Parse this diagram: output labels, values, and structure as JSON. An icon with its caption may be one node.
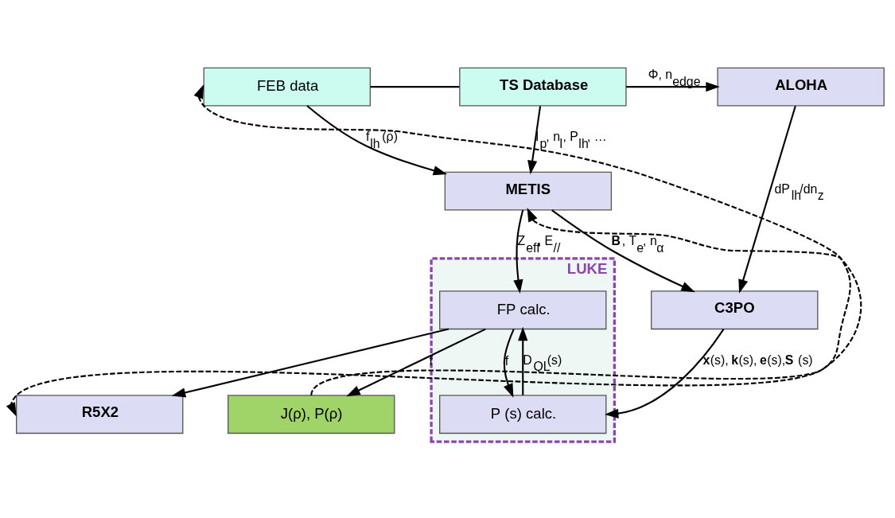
{
  "diagram": {
    "nodes": [
      {
        "text": [
          "FEB data"
        ]
      },
      {
        "text": [
          "TS Database"
        ]
      },
      {
        "text": [
          "ALOHA"
        ]
      },
      {
        "text": [
          "METIS"
        ]
      },
      {
        "text": [
          "C3PO"
        ]
      },
      {
        "text": [
          "LUKE"
        ]
      },
      {
        "text": [
          "FP calc."
        ],
        "in": 5
      },
      {
        "text": [
          "P (s) calc."
        ],
        "in": 5
      },
      {
        "text": [
          "J(ρ), P(ρ)"
        ]
      },
      {
        "text": [
          "R5X2"
        ]
      }
    ],
    "edges": [
      {
        "from": 0,
        "to": 1,
        "arrow": "none"
      },
      {
        "from": 1,
        "to": 2,
        "arrow": "to",
        "label": "Φ, n$_{edge}$"
      },
      {
        "from": 0,
        "to": 3,
        "arrow": "to",
        "label": "f$_{lh}$ (ρ)"
      },
      {
        "from": 1,
        "to": 3,
        "arrow": "to",
        "label": "I$_{p}$, n$_{l}$, P$_{lh}$, …"
      },
      {
        "from": 2,
        "to": 4,
        "arrow": "to",
        "label": "dP$_{lh}$/dn$_{z}$"
      },
      {
        "from": 3,
        "to": 4,
        "arrow": "to",
        "label": "**B**, T$_{e}$, n$_{α}$"
      },
      {
        "from": 3,
        "to": 6,
        "arrow": "to",
        "label": "Z$_{eff}$, E$_{//}$"
      },
      {
        "from": 4,
        "to": 7,
        "arrow": "to",
        "label": "**x**(s), **k**(s), **e**(s),**S** (s)"
      },
      {
        "from": 6,
        "to": 7,
        "arrow": "to",
        "label": "f"
      },
      {
        "from": 7,
        "to": 6,
        "arrow": "to",
        "label": "D$_{QL}$(s)"
      },
      {
        "from": 6,
        "to": 8,
        "arrow": "to",
        "label": "f"
      },
      {
        "from": 6,
        "to": 9,
        "arrow": "to"
      },
      {
        "from": 8,
        "to": 3,
        "arrow": "to",
        "style": "dashed"
      },
      {
        "from": 0,
        "to": 9,
        "arrow": "both",
        "style": "dashed"
      }
    ]
  }
}
